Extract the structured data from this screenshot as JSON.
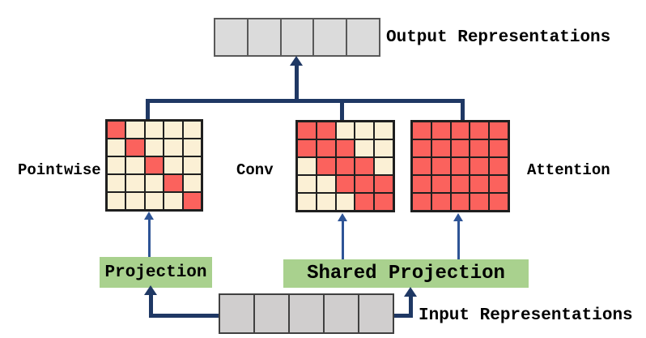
{
  "palette": {
    "arrow_navy": "#1F3864",
    "arrow_blue": "#2E5496",
    "matrix_red": "#FB625D",
    "matrix_cream": "#FBF0D5",
    "box_green": "#A9D18E",
    "output_gray": "#DBDBDB",
    "input_gray": "#D0CECE"
  },
  "output_strip": {
    "label": "Output Representations",
    "cells": 5
  },
  "input_strip": {
    "label": "Input Representations",
    "cells": 5
  },
  "matrices": [
    {
      "name": "pointwise",
      "label": "Pointwise",
      "grid": [
        [
          1,
          0,
          0,
          0,
          0
        ],
        [
          0,
          1,
          0,
          0,
          0
        ],
        [
          0,
          0,
          1,
          0,
          0
        ],
        [
          0,
          0,
          0,
          1,
          0
        ],
        [
          0,
          0,
          0,
          0,
          1
        ]
      ]
    },
    {
      "name": "conv",
      "label": "Conv",
      "grid": [
        [
          1,
          1,
          0,
          0,
          0
        ],
        [
          1,
          1,
          1,
          0,
          0
        ],
        [
          0,
          1,
          1,
          1,
          0
        ],
        [
          0,
          0,
          1,
          1,
          1
        ],
        [
          0,
          0,
          0,
          1,
          1
        ]
      ]
    },
    {
      "name": "attention",
      "label": "Attention",
      "grid": [
        [
          1,
          1,
          1,
          1,
          1
        ],
        [
          1,
          1,
          1,
          1,
          1
        ],
        [
          1,
          1,
          1,
          1,
          1
        ],
        [
          1,
          1,
          1,
          1,
          1
        ],
        [
          1,
          1,
          1,
          1,
          1
        ]
      ]
    }
  ],
  "projection": {
    "label": "Projection"
  },
  "shared_projection": {
    "label": "Shared Projection"
  }
}
